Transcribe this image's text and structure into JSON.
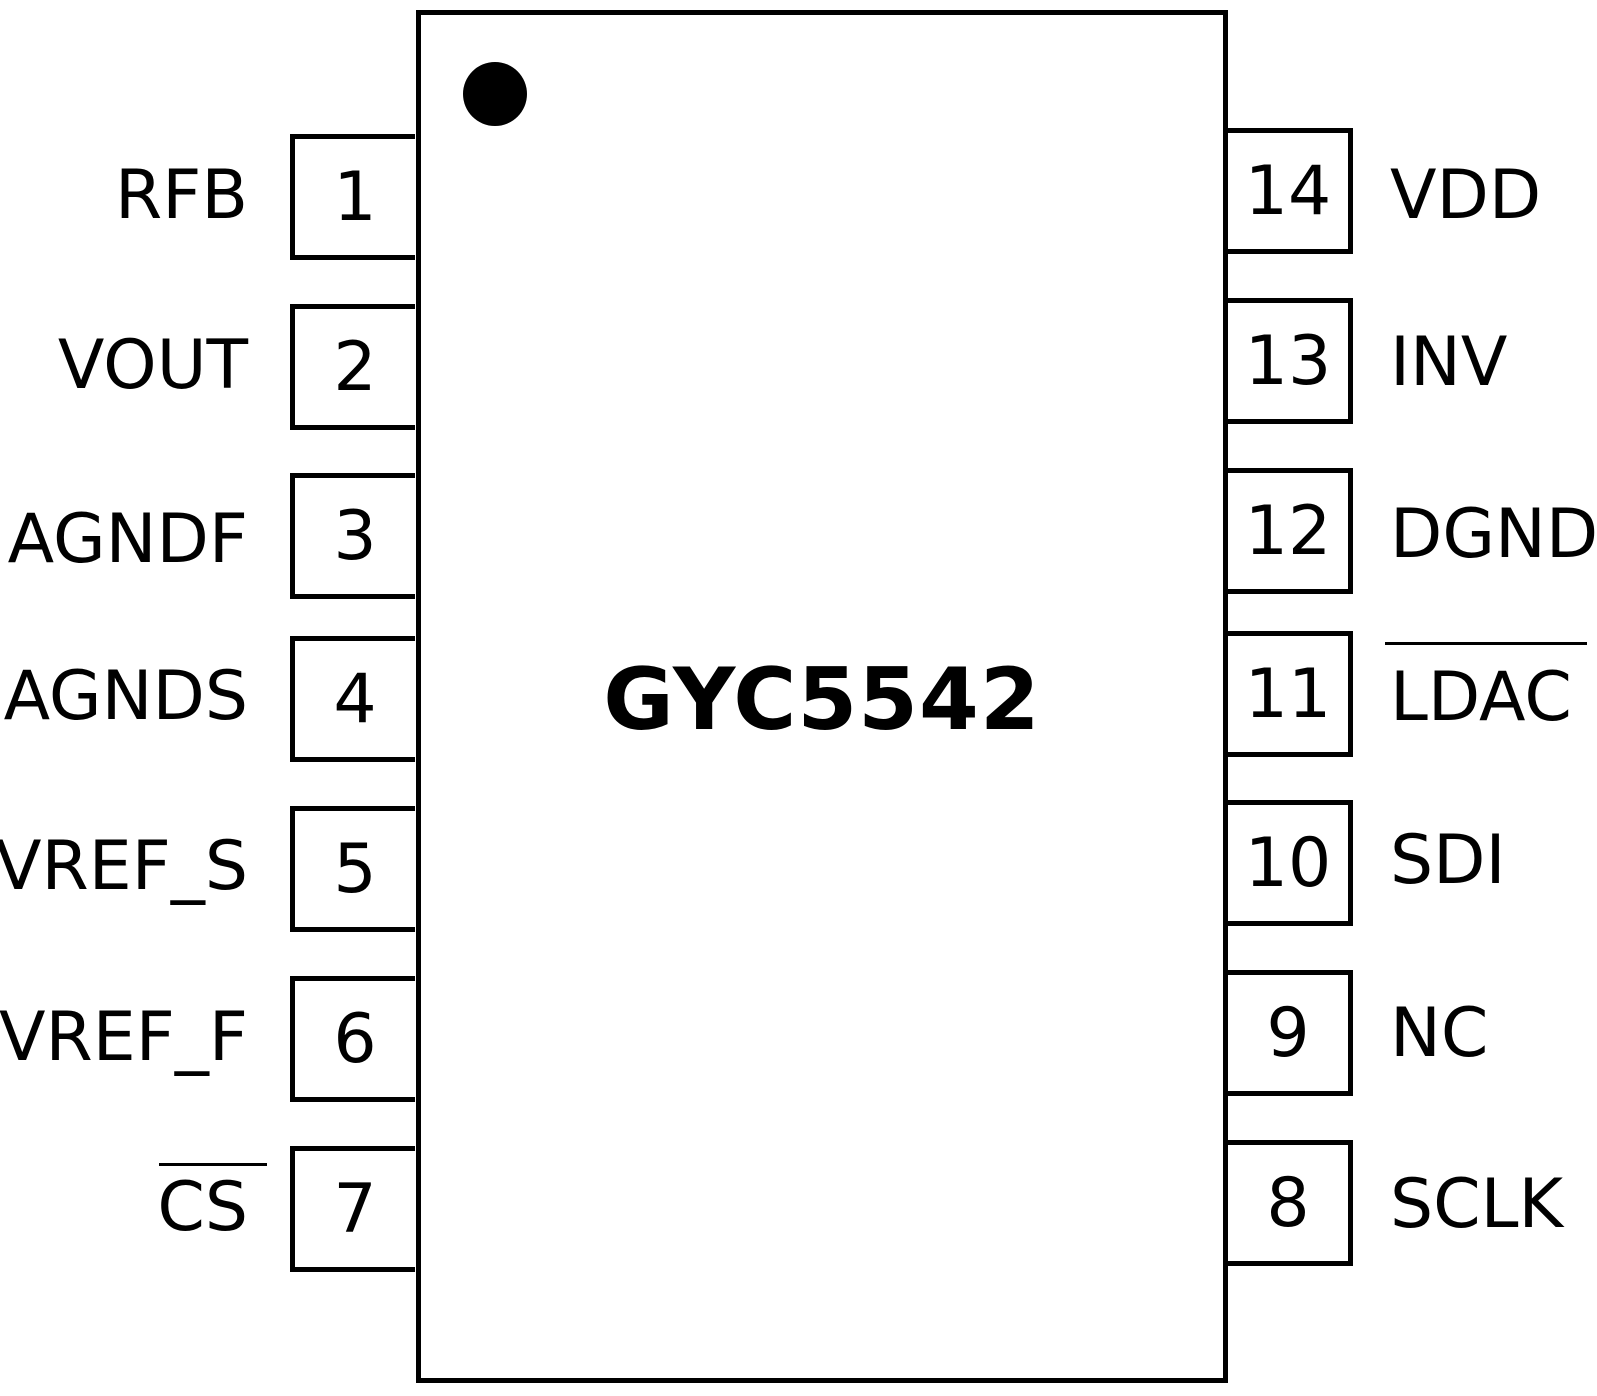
{
  "chip": {
    "name": "GYC5542"
  },
  "pins_left": [
    {
      "number": "1",
      "label": "RFB",
      "active_low": false
    },
    {
      "number": "2",
      "label": "VOUT",
      "active_low": false
    },
    {
      "number": "3",
      "label": "AGNDF",
      "active_low": false
    },
    {
      "number": "4",
      "label": "AGNDS",
      "active_low": false
    },
    {
      "number": "5",
      "label": "VREF_S",
      "active_low": false
    },
    {
      "number": "6",
      "label": "VREF_F",
      "active_low": false
    },
    {
      "number": "7",
      "label": "CS",
      "active_low": true
    }
  ],
  "pins_right": [
    {
      "number": "14",
      "label": "VDD",
      "active_low": false
    },
    {
      "number": "13",
      "label": "INV",
      "active_low": false
    },
    {
      "number": "12",
      "label": "DGND",
      "active_low": false
    },
    {
      "number": "11",
      "label": "LDAC",
      "active_low": true
    },
    {
      "number": "10",
      "label": "SDI",
      "active_low": false
    },
    {
      "number": "9",
      "label": "NC",
      "active_low": false
    },
    {
      "number": "8",
      "label": "SCLK",
      "active_low": false
    }
  ]
}
